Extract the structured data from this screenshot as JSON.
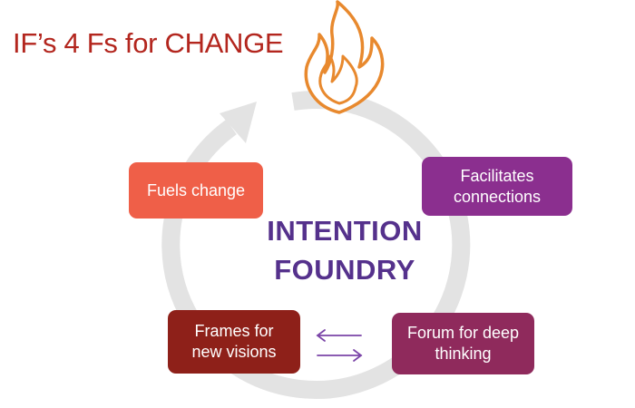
{
  "title": "IF’s 4 Fs for CHANGE",
  "center": {
    "line1": "INTENTION",
    "line2": "FOUNDRY"
  },
  "boxes": {
    "fuels": "Fuels change",
    "facilitates": "Facilitates\nconnections",
    "frames": "Frames for\nnew visions",
    "forum": "Forum for deep\nthinking"
  },
  "colors": {
    "title": "#b3261e",
    "fuels": "#ef5f48",
    "facilitates": "#8b2f8f",
    "frames": "#8e2019",
    "forum": "#8f2a5c",
    "center_text": "#55318c",
    "cycle_arrow": "#e3e3e3",
    "flame": "#e8892e",
    "exchange_arrows": "#7b45a8"
  }
}
